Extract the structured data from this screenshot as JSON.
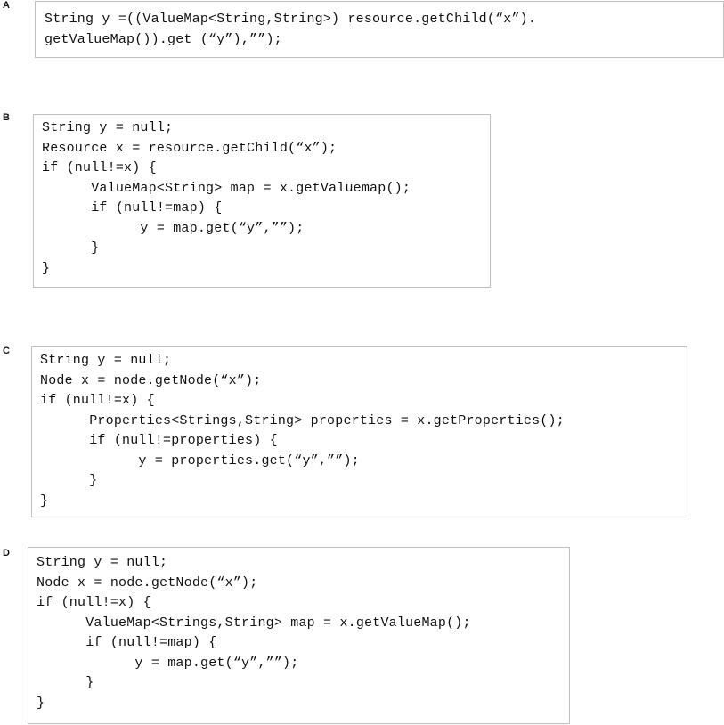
{
  "options": [
    {
      "label": "A",
      "lines": [
        "String y =((ValueMap<String,String>) resource.getChild(“x”).",
        "getValueMap()).get (“y”),””);"
      ]
    },
    {
      "label": "B",
      "lines": [
        "String y = null;",
        "Resource x = resource.getChild(“x”);",
        "if (null!=x) {",
        "      ValueMap<String> map = x.getValuemap();",
        "      if (null!=map) {",
        "            y = map.get(“y”,””);",
        "      }",
        "}"
      ]
    },
    {
      "label": "C",
      "lines": [
        "String y = null;",
        "Node x = node.getNode(“x”);",
        "if (null!=x) {",
        "      Properties<Strings,String> properties = x.getProperties();",
        "      if (null!=properties) {",
        "            y = properties.get(“y”,””);",
        "      }",
        "}"
      ]
    },
    {
      "label": "D",
      "lines": [
        "String y = null;",
        "Node x = node.getNode(“x”);",
        "if (null!=x) {",
        "      ValueMap<Strings,String> map = x.getValueMap();",
        "      if (null!=map) {",
        "            y = map.get(“y”,””);",
        "      }",
        "}"
      ]
    }
  ]
}
